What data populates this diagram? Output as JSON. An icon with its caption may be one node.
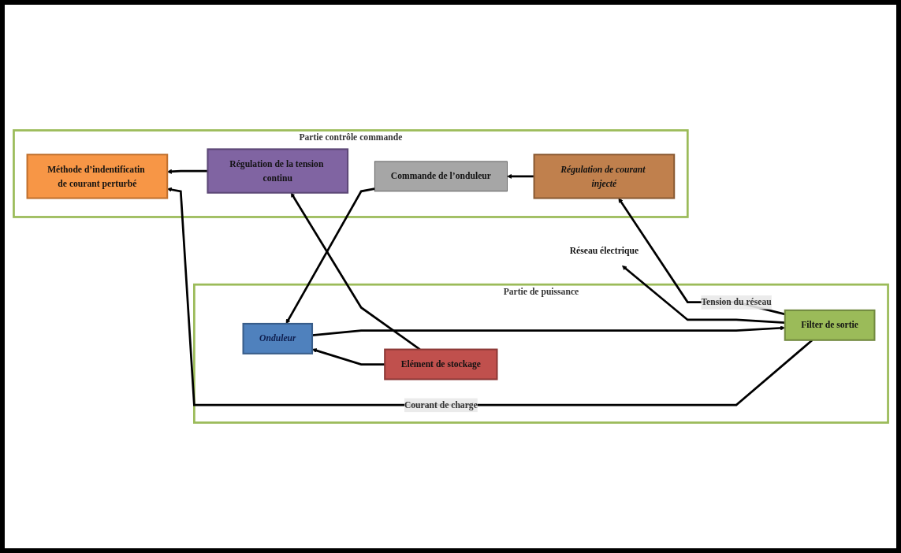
{
  "diagram": {
    "nodes": [
      {
        "text": [
          "Partie de puissance"
        ]
      },
      {
        "text": [
          "Filter de sortie"
        ],
        "in": 0
      },
      {
        "text": [
          "Onduleur"
        ],
        "in": 0
      },
      {
        "text": [
          "Elément de stockage"
        ],
        "in": 0
      },
      {
        "text": [
          "Partie contrôle commande"
        ]
      },
      {
        "text": [
          "Régulation de courant injecté"
        ],
        "in": 4
      },
      {
        "text": [
          "Commande de l’onduleur"
        ],
        "in": 4
      },
      {
        "text": [
          "Méthode d’indentificatin de courant perturbé"
        ],
        "in": 4
      },
      {
        "text": [
          "Régulation de la tension continu"
        ],
        "in": 4
      },
      {
        "text": [
          "Réseau électrique"
        ]
      }
    ],
    "edges": [
      {
        "from": 3,
        "to": 2,
        "arrow": "to"
      },
      {
        "from": 2,
        "to": 1,
        "arrow": "to"
      },
      {
        "from": 1,
        "to": 9,
        "arrow": "to"
      },
      {
        "from": 1,
        "to": 5,
        "arrow": "to",
        "label": "Tension du réseau"
      },
      {
        "from": 1,
        "to": 7,
        "arrow": "to",
        "label": "Courant de charge"
      },
      {
        "from": 5,
        "to": 6,
        "arrow": "to"
      },
      {
        "from": 6,
        "to": 2,
        "arrow": "to"
      },
      {
        "from": 3,
        "to": 8,
        "arrow": "to"
      },
      {
        "from": 8,
        "to": 7,
        "arrow": "to"
      }
    ]
  }
}
